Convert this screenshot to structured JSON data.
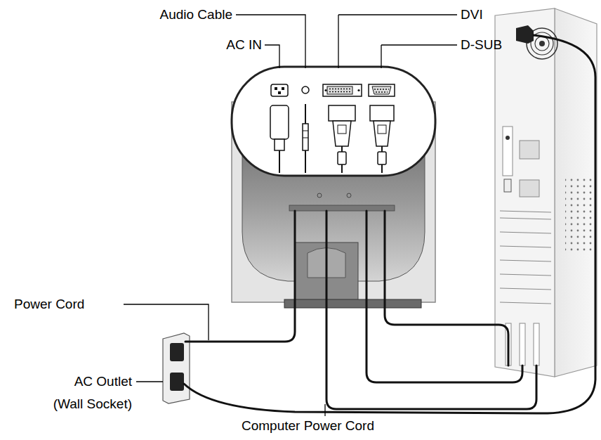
{
  "diagram": {
    "labels": [
      "Audio Cable",
      "AC IN",
      "DVI",
      "D-SUB",
      "Power Cord",
      "AC Outlet (Wall Socket)",
      "Computer Power Cord"
    ]
  }
}
